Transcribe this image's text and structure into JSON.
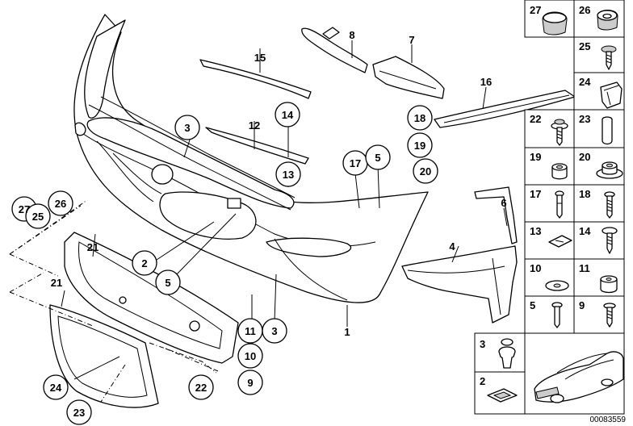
{
  "callouts": {
    "l1": "1",
    "l2": "2",
    "l3a": "3",
    "l3b": "3",
    "l4": "4",
    "l5a": "5",
    "l5b": "5",
    "l6": "6",
    "l7": "7",
    "l8": "8",
    "l9": "9",
    "l10": "10",
    "l11": "11",
    "l12": "12",
    "l13": "13",
    "l14": "14",
    "l15": "15",
    "l16": "16",
    "l17": "17",
    "l18": "18",
    "l19": "19",
    "l20": "20",
    "l21a": "21",
    "l21b": "21",
    "l22": "22",
    "l23": "23",
    "l24": "24",
    "l25": "25",
    "l26": "26",
    "l27": "27"
  },
  "grid": {
    "c27": "27",
    "c26": "26",
    "c25": "25",
    "c24": "24",
    "c22": "22",
    "c23": "23",
    "c19": "19",
    "c20": "20",
    "c17": "17",
    "c18": "18",
    "c13": "13",
    "c14": "14",
    "c10": "10",
    "c11": "11",
    "c5": "5",
    "c9": "9",
    "c3": "3",
    "c2": "2"
  },
  "reference_number": "00083559"
}
